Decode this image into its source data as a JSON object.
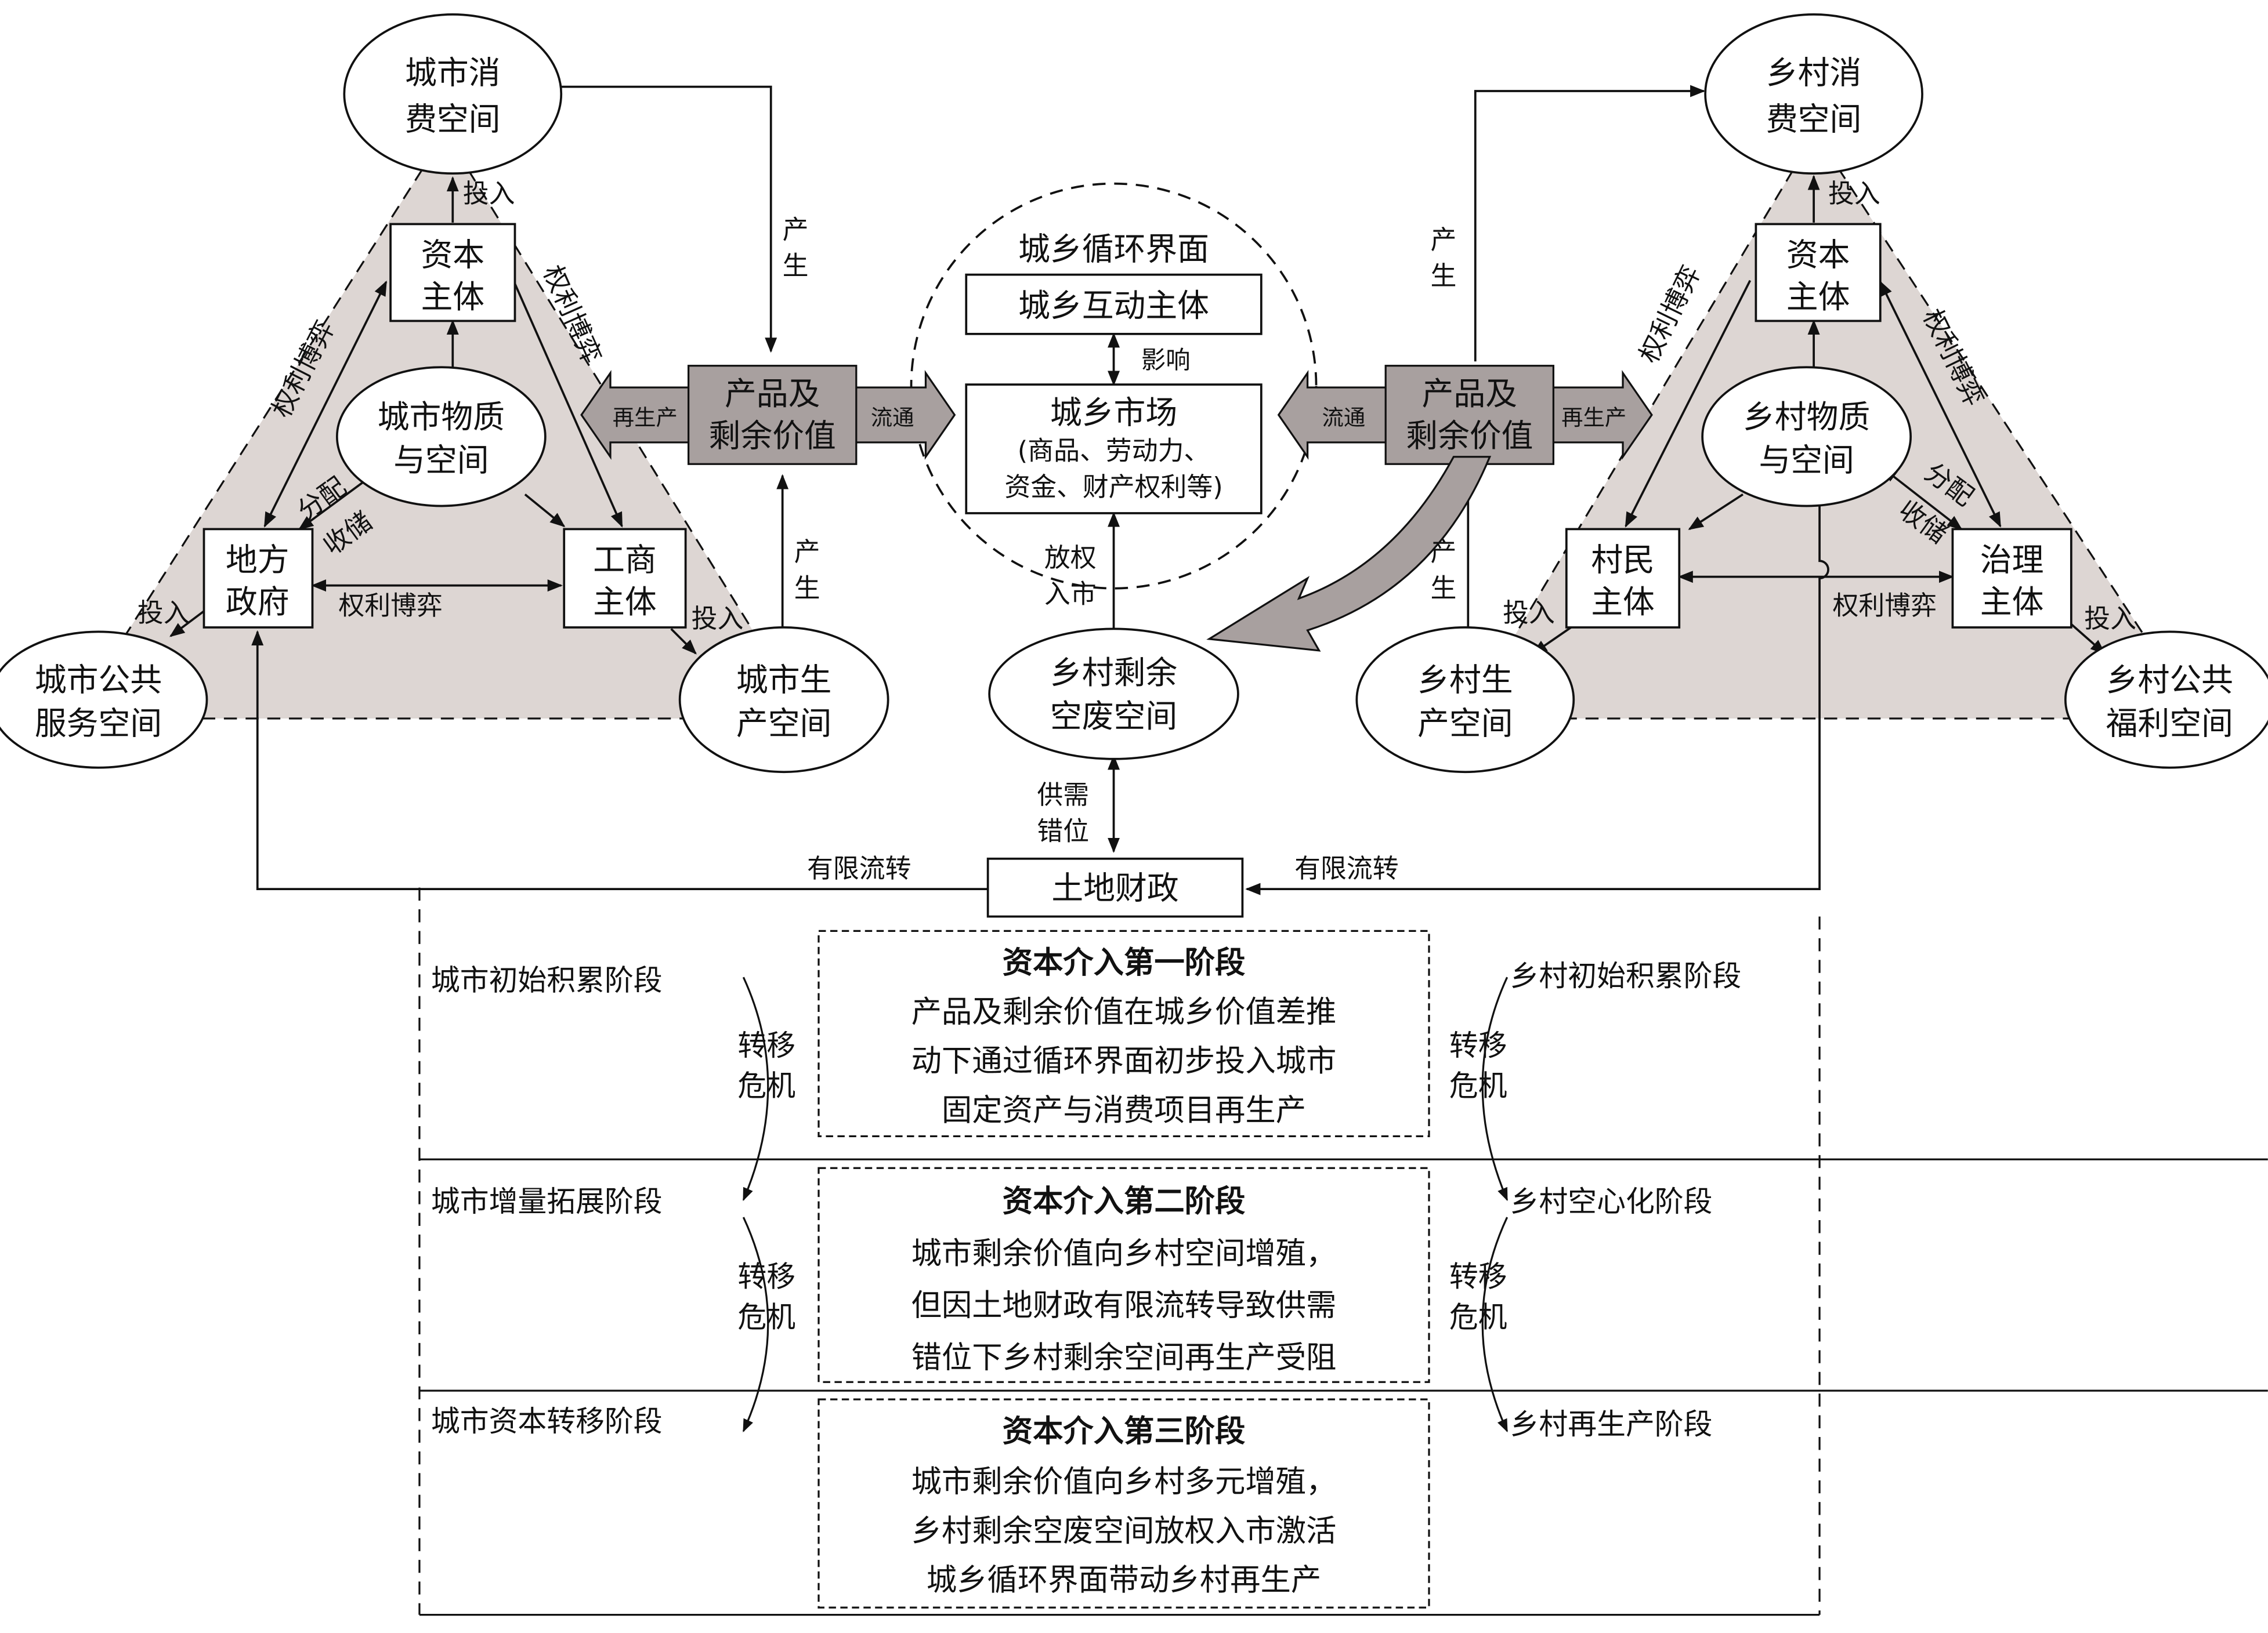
{
  "urban": {
    "consumption": [
      "城市消",
      "费空间"
    ],
    "capital": [
      "资本",
      "主体"
    ],
    "material": [
      "城市物质",
      "与空间"
    ],
    "government": [
      "地方",
      "政府"
    ],
    "commerce": [
      "工商",
      "主体"
    ],
    "public_service": [
      "城市公共",
      "服务空间"
    ],
    "production": [
      "城市生",
      "产空间"
    ],
    "invest": "投入",
    "power_game": "权利博弈",
    "allocate": "分配",
    "store": "收储",
    "produce": "产生",
    "product": [
      "产品及",
      "剩余价值"
    ],
    "reproduce": "再生产",
    "circulate": "流通"
  },
  "rural": {
    "consumption": [
      "乡村消",
      "费空间"
    ],
    "capital": [
      "资本",
      "主体"
    ],
    "material": [
      "乡村物质",
      "与空间"
    ],
    "villager": [
      "村民",
      "主体"
    ],
    "governance": [
      "治理",
      "主体"
    ],
    "production": [
      "乡村生",
      "产空间"
    ],
    "welfare": [
      "乡村公共",
      "福利空间"
    ],
    "invest": "投入",
    "power_game": "权利博弈",
    "allocate": "分配",
    "store": "收储",
    "produce": "产生",
    "product": [
      "产品及",
      "剩余价值"
    ],
    "reproduce": "再生产",
    "circulate": "流通"
  },
  "interface": {
    "title": "城乡循环界面",
    "interactive_subject": "城乡互动主体",
    "influence": "影响",
    "market": [
      "城乡市场",
      "(商品、劳动力、",
      "资金、财产权利等)"
    ],
    "release": [
      "放权",
      "入市"
    ],
    "surplus_space": [
      "乡村剩余",
      "空废空间"
    ],
    "mismatch": [
      "供需",
      "错位"
    ],
    "land_finance": "土地财政",
    "limited_transfer_left": "有限流转",
    "limited_transfer_right": "有限流转"
  },
  "stages": {
    "urban": [
      "城市初始积累阶段",
      "城市增量拓展阶段",
      "城市资本转移阶段"
    ],
    "rural": [
      "乡村初始积累阶段",
      "乡村空心化阶段",
      "乡村再生产阶段"
    ],
    "crisis": [
      "转移",
      "危机"
    ],
    "boxes": [
      {
        "title": "资本介入第一阶段",
        "lines": [
          "产品及剩余价值在城乡价值差推",
          "动下通过循环界面初步投入城市",
          "固定资产与消费项目再生产"
        ]
      },
      {
        "title": "资本介入第二阶段",
        "lines": [
          "城市剩余价值向乡村空间增殖，",
          "但因土地财政有限流转导致供需",
          "错位下乡村剩余空间再生产受阻"
        ]
      },
      {
        "title": "资本介入第三阶段",
        "lines": [
          "城市剩余价值向乡村多元增殖，",
          "乡村剩余空废空间放权入市激活",
          "城乡循环界面带动乡村再生产"
        ]
      }
    ]
  },
  "colors": {
    "shade": "#ddd6d3",
    "arrow_fill": "#a8a09f",
    "line": "#111111"
  }
}
